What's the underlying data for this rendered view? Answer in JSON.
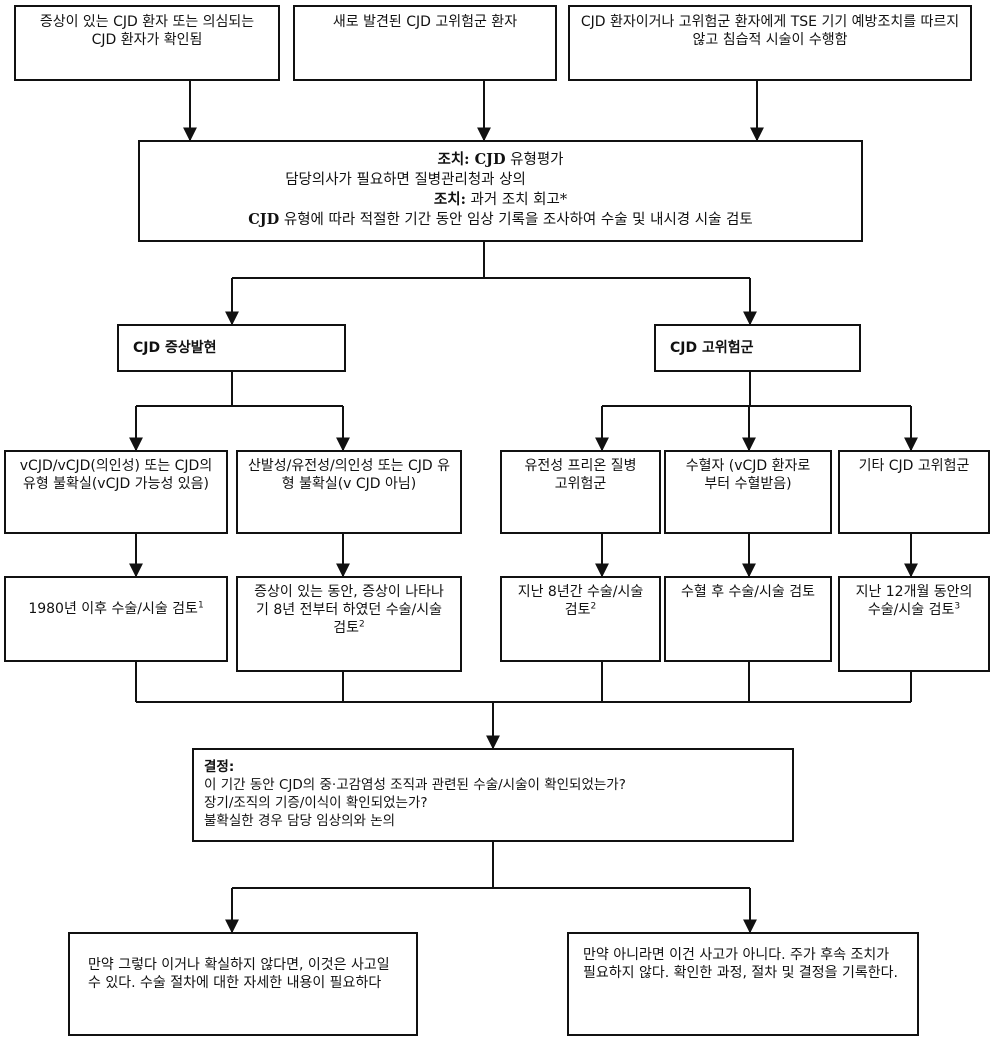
{
  "top": {
    "box1": "증상이 있는 CJD 환자 또는 의심되는 CJD 환자가 확인됨",
    "box2": "새로 발견된 CJD 고위험군 환자",
    "box3": "CJD 환자이거나 고위험군 환자에게 TSE 기기 예방조치를 따르지 않고 침습적 시술이 수행함"
  },
  "action": {
    "line1_label": "조치: CJD",
    "line1_text": " 유형평가",
    "line2": "담당의사가 필요하면 질병관리청과 상의",
    "line3_label": "조치:",
    "line3_text": " 과거 조치 회고*",
    "line4_label": "CJD",
    "line4_text": " 유형에 따라 적절한 기간 동안 임상 기록을 조사하여 수술 및 내시경 시술 검토"
  },
  "branches": {
    "left_title": "CJD 증상발현",
    "right_title": "CJD 고위험군"
  },
  "cases": [
    {
      "text": "vCJD/vCJD(의인성) 또는 CJD의 유형 불확실(vCJD 가능성 있음)"
    },
    {
      "text": "산발성/유전성/의인성 또는 CJD 유형 불확실(v CJD 아님)"
    },
    {
      "text": "유전성 프리온 질병 고위험군"
    },
    {
      "text": "수혈자 (vCJD 환자로 부터 수혈받음)"
    },
    {
      "text": "기타 CJD 고위험군"
    }
  ],
  "reviews": [
    {
      "text": "1980년 이후 수술/시술 검토",
      "sup": "1"
    },
    {
      "text": "증상이 있는 동안, 증상이 나타나기 8년 전부터 하였던 수술/시술 검토",
      "sup": "2"
    },
    {
      "text": "지난 8년간 수술/시술 검토",
      "sup": "2"
    },
    {
      "text": "수혈 후 수술/시술 검토",
      "sup": ""
    },
    {
      "text": "지난 12개월 동안의 수술/시술 검토",
      "sup": "3"
    }
  ],
  "decision": {
    "title": "결정:",
    "line1": "이 기간 동안 CJD의 중·고감염성 조직과 관련된 수술/시술이 확인되었는가?",
    "line2": "장기/조직의 기증/이식이 확인되었는가?",
    "line3": "불확실한 경우 담당 임상의와 논의"
  },
  "outcomes": {
    "yes": "만약 그렇다 이거나 확실하지 않다면, 이것은 사고일 수 있다. 수술 절차에 대한 자세한 내용이 필요하다",
    "no": "만약 아니라면 이건 사고가 아니다. 주가 후속 조치가 필요하지 않다. 확인한 과정, 절차 및 결정을 기록한다."
  },
  "colors": {
    "line": "#111111",
    "background": "#ffffff"
  }
}
